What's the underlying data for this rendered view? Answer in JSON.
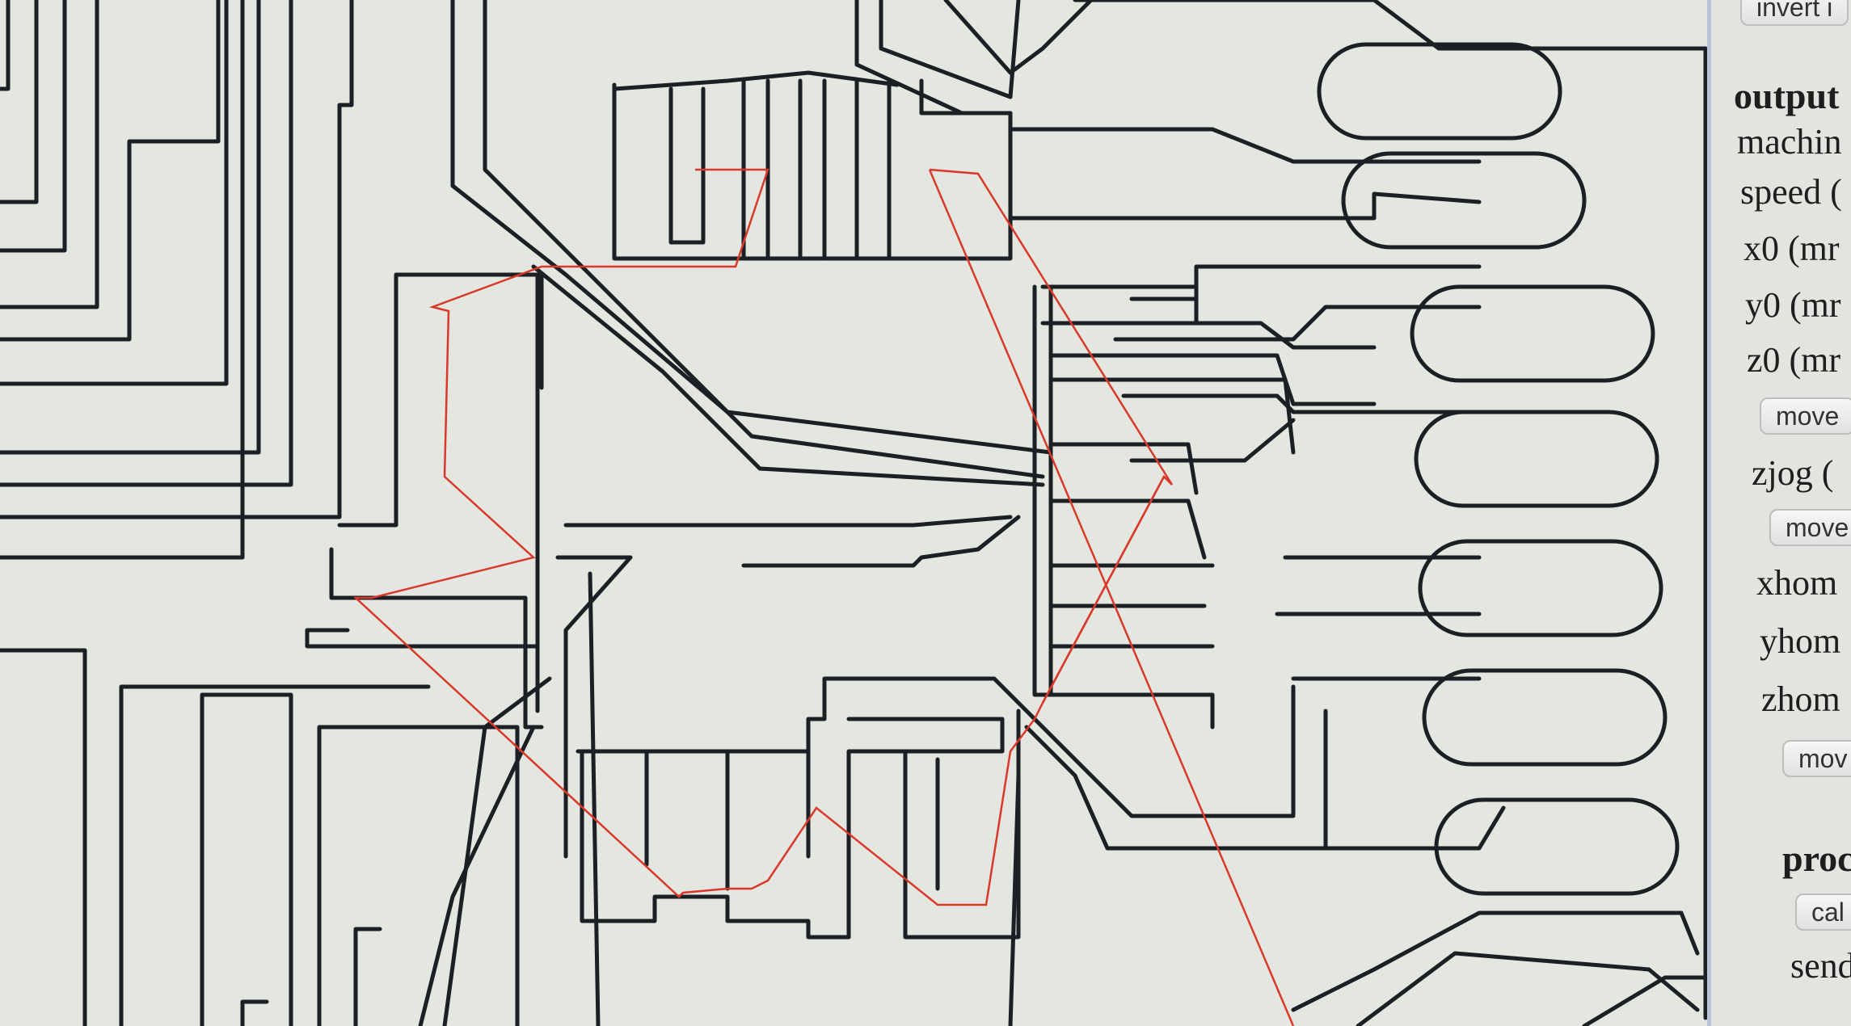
{
  "canvas": {
    "name": "toolpath-preview",
    "colors": {
      "background": "#e4e6e0",
      "cut_path": "#1c1f24",
      "rapid_move": "#d9382a"
    }
  },
  "panel": {
    "invert_button": "invert i",
    "output_heading": "output",
    "machine_label": "machin",
    "speed_label": "speed (",
    "x0_label": "x0 (mr",
    "y0_label": "y0 (mr",
    "z0_label": "z0 (mr",
    "move_button_1": "move",
    "zjog_label": "zjog (",
    "move_button_2": "move",
    "xhome_label": "xhom",
    "yhome_label": "yhom",
    "zhome_label": "zhom",
    "move_button_3": "mov",
    "process_heading": "proc",
    "calc_button": "cal",
    "send_label": "send"
  }
}
